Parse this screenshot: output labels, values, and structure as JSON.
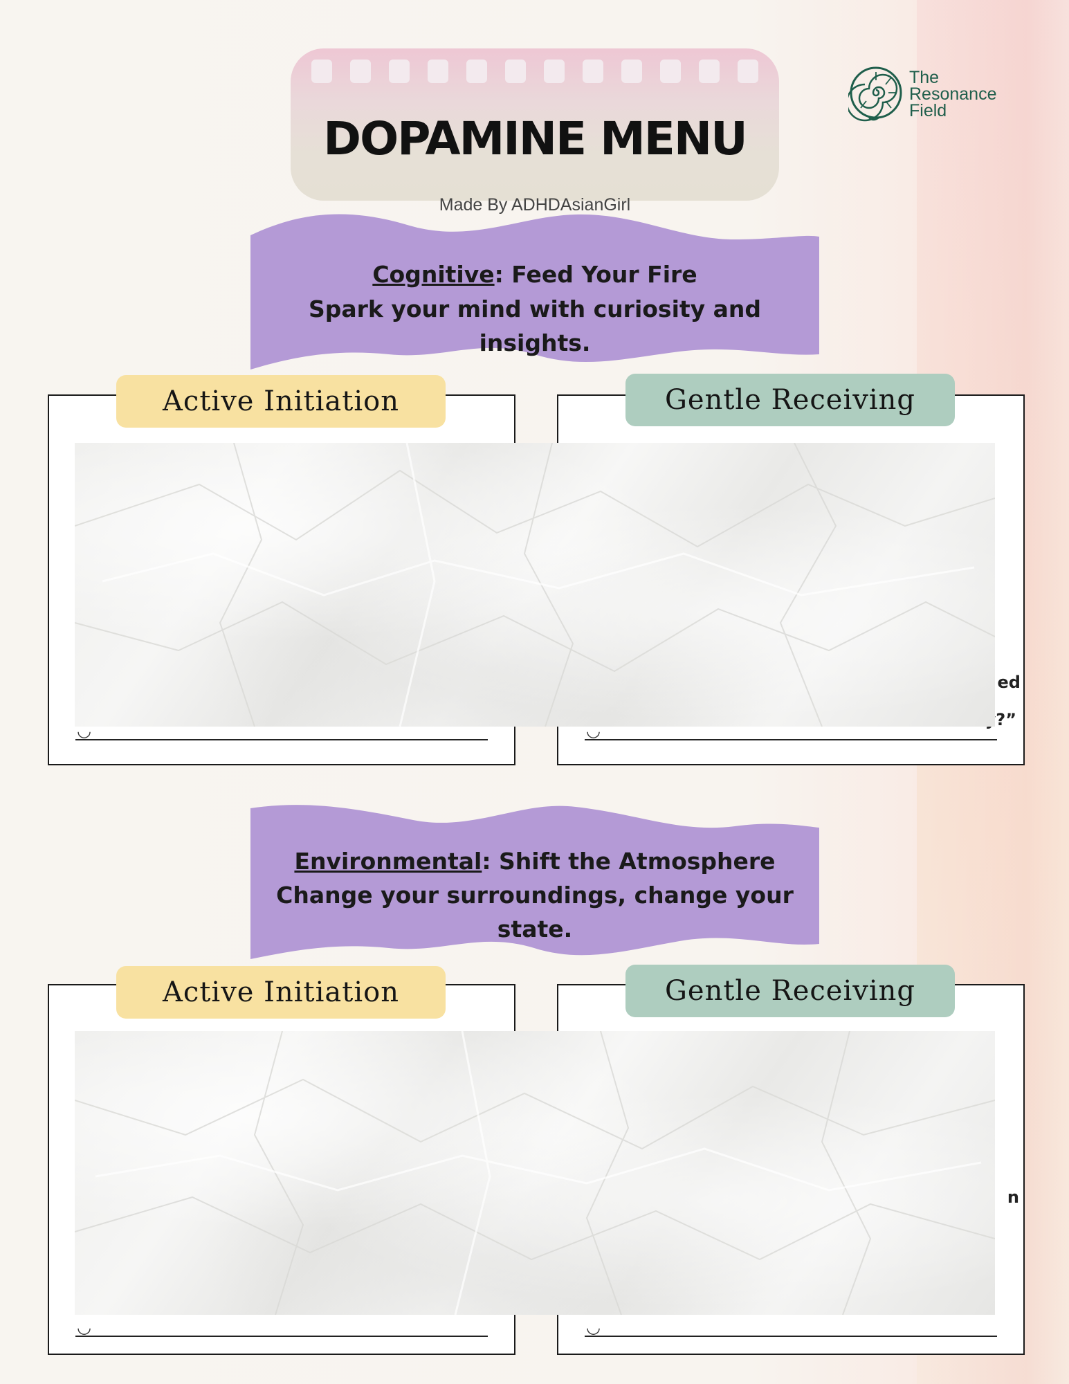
{
  "header": {
    "title": "DOPAMINE MENU",
    "made_by": "Made By ADHDAsianGirl"
  },
  "logo": {
    "icon": "nautilus-shell-icon",
    "line1": "The",
    "line2": "Resonance",
    "line3": "Field",
    "color": "#1f5e4b"
  },
  "sections": [
    {
      "key": "Cognitive",
      "heading_rest": ": Feed Your Fire",
      "subtitle": "Spark your mind with curiosity and insights.",
      "left_tab": "Active Initiation",
      "right_tab": "Gentle Receiving",
      "right_edge_fragments": [
        "ed",
        "y?”"
      ]
    },
    {
      "key": "Environmental",
      "heading_rest": ": Shift the Atmosphere",
      "subtitle": "Change your surroundings, change your state.",
      "left_tab": "Active Initiation",
      "right_tab": "Gentle Receiving",
      "right_edge_fragments": [
        "n"
      ]
    }
  ],
  "colors": {
    "banner": "#b49ad6",
    "tab_yellow": "#f8e1a1",
    "tab_green": "#aecdbf",
    "title_card_top": "#eec7d4"
  }
}
